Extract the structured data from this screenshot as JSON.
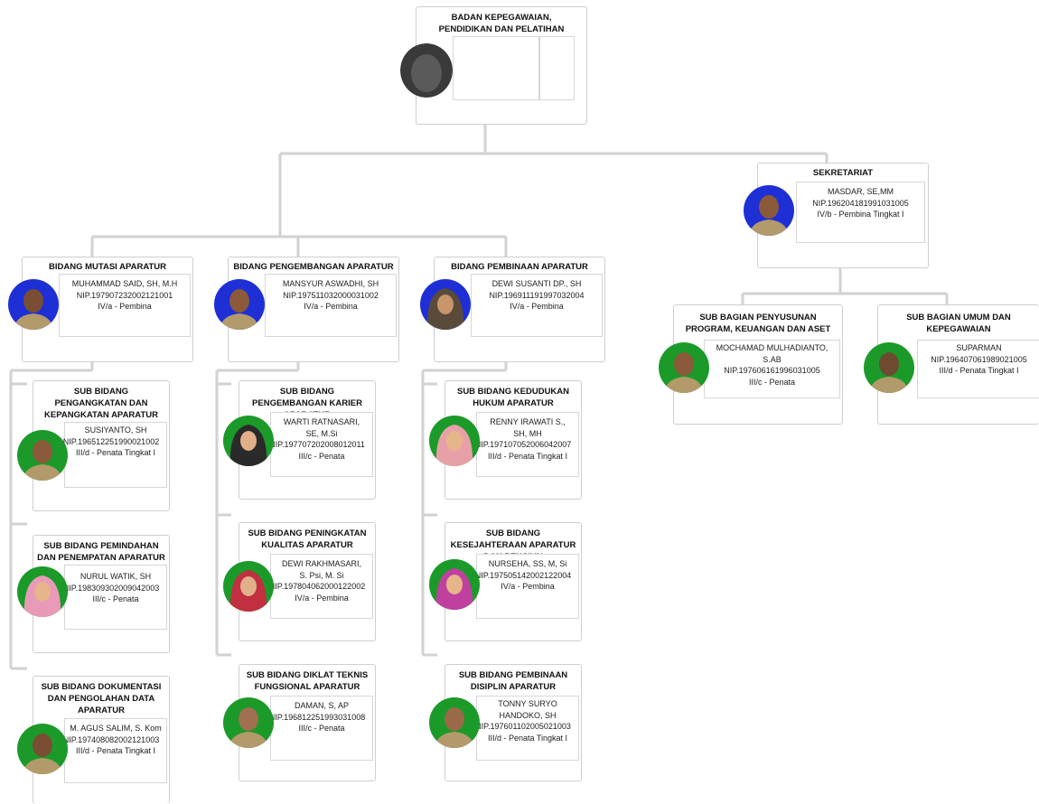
{
  "colors": {
    "blue_bg": "#1e2fd6",
    "green_bg": "#1b9a2a",
    "gray_bg": "#3a3a3a",
    "line": "#d2d2d2"
  },
  "root": {
    "title": "BADAN KEPEGAWAIAN, PENDIDIKAN DAN PELATIHAN"
  },
  "sekretariat": {
    "title": "SEKRETARIAT",
    "name": "MASDAR, SE,MM",
    "nip": "NIP.196204181991031005",
    "rank": "IV/b - Pembina Tingkat I",
    "subs": [
      {
        "title": "SUB BAGIAN PENYUSUNAN PROGRAM, KEUANGAN DAN ASET",
        "name": "MOCHAMAD MULHADIANTO, S.AB",
        "nip": "NIP.197606161996031005",
        "rank": "III/c - Penata"
      },
      {
        "title": "SUB BAGIAN UMUM DAN KEPEGAWAIAN",
        "name": "SUPARMAN",
        "nip": "NIP.196407061989021005",
        "rank": "III/d - Penata Tingkat I"
      }
    ]
  },
  "bidang": [
    {
      "title": "BIDANG MUTASI APARATUR",
      "name": "MUHAMMAD SAID, SH, M.H",
      "nip": "NIP.197907232002121001",
      "rank": "IV/a - Pembina",
      "subs": [
        {
          "title": "SUB BIDANG PENGANGKATAN DAN KEPANGKATAN APARATUR",
          "name": "SUSIYANTO, SH",
          "nip": "NIP.196512251990021002",
          "rank": "III/d - Penata Tingkat I"
        },
        {
          "title": "SUB BIDANG PEMINDAHAN DAN PENEMPATAN APARATUR",
          "name": "NURUL WATIK, SH",
          "nip": "NIP.198309302009042003",
          "rank": "III/c - Penata"
        },
        {
          "title": "SUB BIDANG DOKUMENTASI DAN PENGOLAHAN DATA APARATUR",
          "name": "M. AGUS SALIM, S. Kom",
          "nip": "NIP.197408082002121003",
          "rank": "III/d - Penata Tingkat I"
        }
      ]
    },
    {
      "title": "BIDANG PENGEMBANGAN APARATUR",
      "name": "MANSYUR ASWADHI, SH",
      "nip": "NIP.197511032000031002",
      "rank": "IV/a - Pembina",
      "subs": [
        {
          "title": "SUB BIDANG PENGEMBANGAN KARIER APARATUR",
          "name": "WARTI RATNASARI, SE, M.Si",
          "nip": "NIP.197707202008012011",
          "rank": "III/c - Penata"
        },
        {
          "title": "SUB BIDANG PENINGKATAN KUALITAS APARATUR",
          "name": "DEWI RAKHMASARI, S. Psi, M. Si",
          "nip": "NIP.197804062000122002",
          "rank": "IV/a - Pembina"
        },
        {
          "title": "SUB BIDANG DIKLAT TEKNIS FUNGSIONAL APARATUR",
          "name": "DAMAN, S, AP",
          "nip": "NIP.196812251993031008",
          "rank": "III/c - Penata"
        }
      ]
    },
    {
      "title": "BIDANG PEMBINAAN APARATUR",
      "name": "DEWI SUSANTI DP., SH",
      "nip": "NIP.196911191997032004",
      "rank": "IV/a - Pembina",
      "subs": [
        {
          "title": "SUB BIDANG KEDUDUKAN HUKUM APARATUR",
          "name": "RENNY IRAWATI S., SH, MH",
          "nip": "NIP.197107052006042007",
          "rank": "III/d - Penata Tingkat I"
        },
        {
          "title": "SUB BIDANG KESEJAHTERAAN APARATUR DAN PENSIUN",
          "name": "NURSEHA, SS, M, Si",
          "nip": "NIP.197505142002122004",
          "rank": "IV/a - Pembina"
        },
        {
          "title": "SUB BIDANG PEMBINAAN DISIPLIN APARATUR",
          "name": "TONNY SURYO HANDOKO, SH",
          "nip": "NIP.197601102005021003",
          "rank": "III/d - Penata Tingkat I"
        }
      ]
    }
  ]
}
